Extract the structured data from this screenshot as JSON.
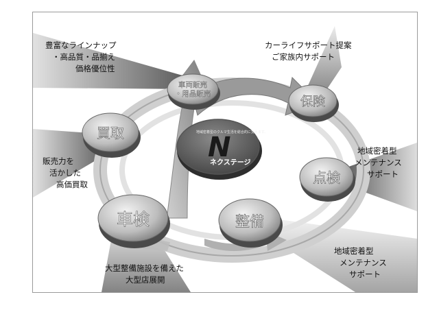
{
  "center": {
    "logo_letter": "N",
    "tagline": "地域密着型のクルマ生活を総合的に支えます。",
    "brand": "ネクステージ"
  },
  "nodes": {
    "kaitori": "買取",
    "sales": "車両販売\n用品販売",
    "hoken": "保険",
    "tenken": "点検",
    "seibi": "整備",
    "shaken": "車検"
  },
  "captions": {
    "lineup": [
      "豊富なラインナップ",
      "・高品質・品揃え",
      "価格優位性"
    ],
    "carlife": [
      "カーライフサポート提案",
      "ご家族内サポート"
    ],
    "kaitori": [
      "販売力を",
      "活かした",
      "高価買取"
    ],
    "tenken": [
      "地域密着型",
      "メンテナンス",
      "サポート"
    ],
    "seibi": [
      "地域密着型",
      "メンテナンス",
      "サポート"
    ],
    "shaken": [
      "大型整備施設を備えた",
      "大型店展開"
    ]
  }
}
